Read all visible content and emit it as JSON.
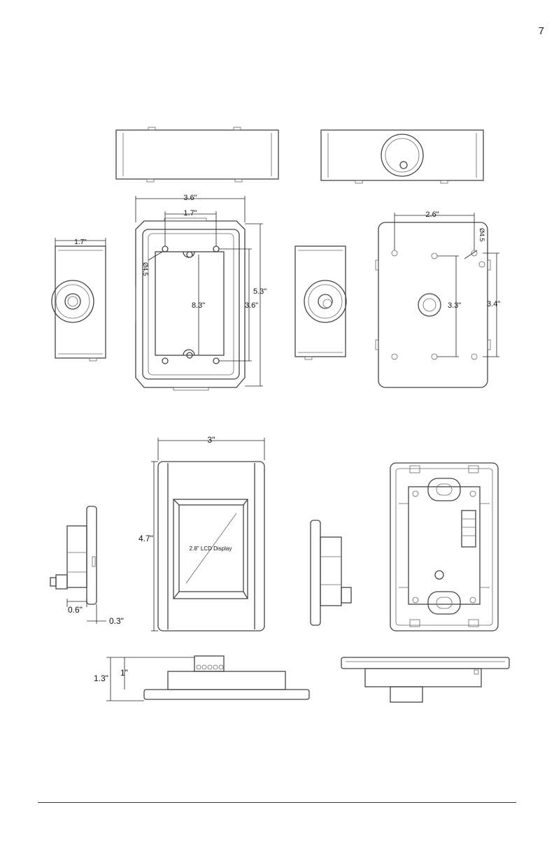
{
  "page": {
    "number": "7"
  },
  "box_drawing": {
    "dims": {
      "width_top": "3.6\"",
      "inner_spacing": "1.7\"",
      "left_side_width": "1.7\"",
      "height_outer": "5.3\"",
      "height_inner": "3.6\"",
      "opening_height": "8.3\"",
      "hole_left": "Ø4.5",
      "back_spacing": "2.6\"",
      "hole_right": "Ø4.5",
      "back_mid": "3.3\"",
      "back_right": "3.4\""
    }
  },
  "device_drawing": {
    "dims": {
      "width": "3\"",
      "height": "4.7\"",
      "display_label": "2.8\" LCD Display",
      "depth_total": "0.6\"",
      "plate_thickness": "0.3\"",
      "bottom_total": "1.3\"",
      "bottom_body": "1\""
    }
  }
}
